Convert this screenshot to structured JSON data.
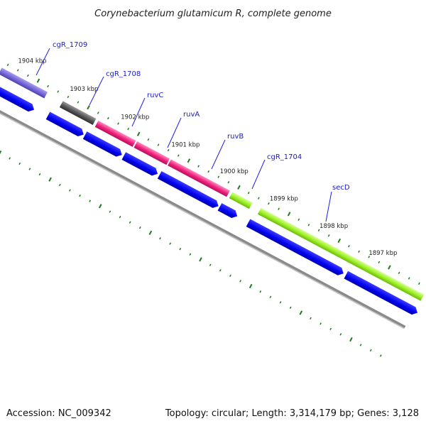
{
  "title": "Corynebacterium glutamicum R, complete genome",
  "footer": {
    "accession": "Accession: NC_009342",
    "summary": "Topology: circular; Length: 3,314,179 bp; Genes: 3,128"
  },
  "colors": {
    "cds": "#0000ee",
    "backbone": "#8a8a8a",
    "tick": "#1f7a1f",
    "label": "#1a1acc",
    "gene_purple": "#7466d9",
    "gene_gray": "#555555",
    "gene_pink": "#f0207c",
    "gene_green": "#99ee22"
  },
  "kbp_labels": [
    "1904 kbp",
    "1903 kbp",
    "1902 kbp",
    "1901 kbp",
    "1900 kbp",
    "1899 kbp",
    "1898 kbp",
    "1897 kbp"
  ],
  "genes": [
    {
      "name": "cgR_1709",
      "color": "purple"
    },
    {
      "name": "cgR_1708",
      "color": "gray"
    },
    {
      "name": "ruvC",
      "color": "pink"
    },
    {
      "name": "ruvA",
      "color": "pink"
    },
    {
      "name": "ruvB",
      "color": "pink"
    },
    {
      "name": "cgR_1704",
      "color": "green"
    },
    {
      "name": "secD",
      "color": "green"
    }
  ]
}
